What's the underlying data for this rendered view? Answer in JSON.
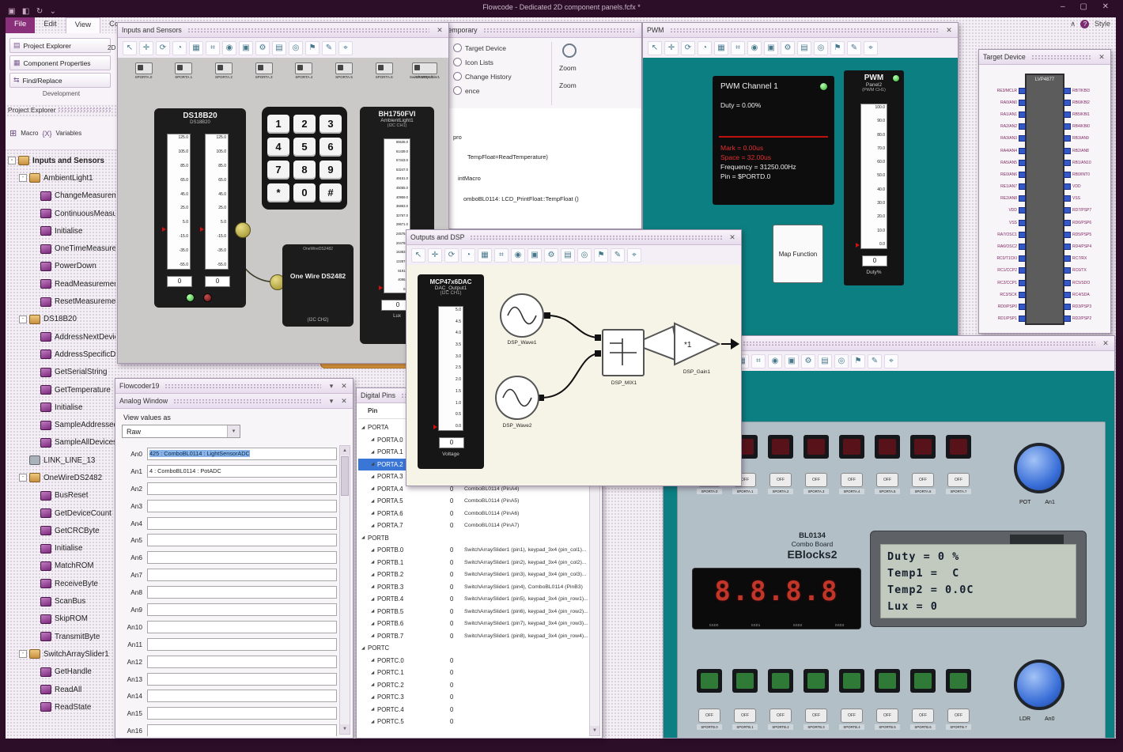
{
  "tool_icons": [
    "↖",
    "✛",
    "⟳",
    "◔",
    "▦",
    "⌗",
    "◉",
    "▣",
    "⚙",
    "▤",
    "◎",
    "⚑",
    "✎",
    "⌖"
  ],
  "titlebar": {
    "title": "Flowcode - Dedicated 2D component panels.fcfx *",
    "quick_icons": [
      "▣",
      "◧",
      "↻",
      "⌄"
    ],
    "minimize": "–",
    "maximize": "▢",
    "close": "✕"
  },
  "help_row": {
    "collapse": "∧",
    "help": "?",
    "style": "Style"
  },
  "ribbon": {
    "tabs": [
      {
        "label": "File",
        "cls": "file"
      },
      {
        "label": "Edit",
        "cls": ""
      },
      {
        "label": "View",
        "cls": "active"
      },
      {
        "label": "Com",
        "cls": ""
      }
    ],
    "buttons": [
      {
        "icon": "▤",
        "label": "Project Explorer"
      },
      {
        "icon": "▦",
        "label": "Component Properties"
      },
      {
        "icon": "⇆",
        "label": "Find/Replace"
      }
    ],
    "group_label": "Development",
    "panel_fragment": "2D"
  },
  "project_explorer": {
    "header": "Project Explorer",
    "tool_grid": "⊞",
    "tool_macro": "Macro",
    "tool_vars_icon": "{X}",
    "tool_vars": "Variables",
    "tree": [
      {
        "label": "Inputs and Sensors",
        "type": "root",
        "level": 0
      },
      {
        "label": "AmbientLight1",
        "type": "folder",
        "level": 1
      },
      {
        "label": "ChangeMeasurement",
        "type": "macro",
        "level": 2
      },
      {
        "label": "ContinuousMeasurement",
        "type": "macro",
        "level": 2
      },
      {
        "label": "Initialise",
        "type": "macro",
        "level": 2
      },
      {
        "label": "OneTimeMeasurement",
        "type": "macro",
        "level": 2
      },
      {
        "label": "PowerDown",
        "type": "macro",
        "level": 2
      },
      {
        "label": "ReadMeasurement",
        "type": "macro",
        "level": 2
      },
      {
        "label": "ResetMeasurement",
        "type": "macro",
        "level": 2
      },
      {
        "label": "DS18B20",
        "type": "folder",
        "level": 1
      },
      {
        "label": "AddressNextDevice",
        "type": "macro",
        "level": 2
      },
      {
        "label": "AddressSpecificDevice",
        "type": "macro",
        "level": 2
      },
      {
        "label": "GetSerialString",
        "type": "macro",
        "level": 2
      },
      {
        "label": "GetTemperature",
        "type": "macro",
        "level": 2
      },
      {
        "label": "Initialise",
        "type": "macro",
        "level": 2
      },
      {
        "label": "SampleAddressedDevice",
        "type": "macro",
        "level": 2
      },
      {
        "label": "SampleAllDevices",
        "type": "macro",
        "level": 2
      },
      {
        "label": "LINK_LINE_13",
        "type": "link",
        "level": 1
      },
      {
        "label": "OneWireDS2482",
        "type": "folder",
        "level": 1
      },
      {
        "label": "BusReset",
        "type": "macro",
        "level": 2
      },
      {
        "label": "GetDeviceCount",
        "type": "macro",
        "level": 2
      },
      {
        "label": "GetCRCByte",
        "type": "macro",
        "level": 2
      },
      {
        "label": "Initialise",
        "type": "macro",
        "level": 2
      },
      {
        "label": "MatchROM",
        "type": "macro",
        "level": 2
      },
      {
        "label": "ReceiveByte",
        "type": "macro",
        "level": 2
      },
      {
        "label": "ScanBus",
        "type": "macro",
        "level": 2
      },
      {
        "label": "SkipROM",
        "type": "macro",
        "level": 2
      },
      {
        "label": "TransmitByte",
        "type": "macro",
        "level": 2
      },
      {
        "label": "SwitchArraySlider1",
        "type": "folder",
        "level": 1
      },
      {
        "label": "GetHandle",
        "type": "macro",
        "level": 2
      },
      {
        "label": "ReadAll",
        "type": "macro",
        "level": 2
      },
      {
        "label": "ReadState",
        "type": "macro",
        "level": 2
      }
    ]
  },
  "temporary_window": {
    "title": "Temporary",
    "items": [
      "Target Device",
      "Icon Lists",
      "Change History",
      "ence"
    ],
    "zoom_1": "Zoom",
    "zoom_2": "Zoom",
    "flow_texts": [
      "pro",
      "TempFloat=ReadTemperature)",
      "intMacro",
      "omboBL0114: LCD_PrintFloat::TempFloat ()"
    ]
  },
  "inputs_window": {
    "title": "Inputs and Sensors",
    "close": "✕",
    "switch_labels": [
      "SPORTA.0",
      "SPORTA.1",
      "SPORTA.2",
      "SPORTA.3",
      "SPORTA.4",
      "SPORTA.5",
      "SPORTA.6",
      "SPORTA.7"
    ],
    "switch_array_label": "SwitchArraySlider1",
    "ds18b20": {
      "title": "DS18B20",
      "subtitle": "DS18B20",
      "ticks": [
        "125.0",
        "105.0",
        "85.0",
        "65.0",
        "45.0",
        "25.0",
        "5.0",
        "-15.0",
        "-35.0",
        "-55.0"
      ],
      "value_1": "0",
      "value_2": "0"
    },
    "keypad_keys": [
      "1",
      "2",
      "3",
      "4",
      "5",
      "6",
      "7",
      "8",
      "9",
      "*",
      "0",
      "#"
    ],
    "bh1750": {
      "title": "BH1750FVI",
      "subtitle": "AmbientLight1",
      "channel": "(I2C CH1)",
      "ticks": [
        "65535.0",
        "61439.0",
        "57343.0",
        "53247.0",
        "49151.0",
        "45055.0",
        "40959.0",
        "36863.0",
        "32767.0",
        "28671.0",
        "24575.0",
        "20479.0",
        "16383.0",
        "12287.0",
        "8191.0",
        "4095.0",
        "0.0"
      ],
      "value": "0",
      "unit": "Lux"
    },
    "onewire": {
      "title": "OneWireDS2482",
      "body": "One Wire DS2482",
      "channel": "(I2C CH2)"
    }
  },
  "pwm_window": {
    "title": "PWM",
    "close": "✕",
    "channel_box": {
      "title": "PWM Channel 1",
      "duty": "Duty = 0.00%",
      "mark": "Mark = 0.00us",
      "space": "Space = 32.00us",
      "frequency": "Frequency = 31250.00Hz",
      "pin": "Pin = $PORTD.0"
    },
    "meter": {
      "title": "PWM",
      "name": "Panel2",
      "channel": "(PWM CH1)",
      "ticks": [
        "100.0",
        "90.0",
        "80.0",
        "70.0",
        "60.0",
        "50.0",
        "40.0",
        "30.0",
        "20.0",
        "10.0",
        "0.0"
      ],
      "value": "0",
      "unit": "Duty%"
    },
    "map_block": "Map Function"
  },
  "target_device": {
    "title": "Target Device",
    "close": "✕",
    "chip_label": "LVP4877",
    "left_pins": [
      "RE3/MCLR",
      "RA0/AN0",
      "RA1/AN1",
      "RA2/AN2",
      "RA3/AN3",
      "RA4/AN4",
      "RA5/AN5",
      "RE0/AN6",
      "RE1/AN7",
      "RE2/AN8",
      "VDD",
      "VSS",
      "RA7/OSC1",
      "RA6/OSC2",
      "RC0/T1CKI",
      "RC1/CCP2",
      "RC2/CCP1",
      "RC3/SCK",
      "RD0/PSP0",
      "RD1/PSP1"
    ],
    "right_pins": [
      "RB7/KBI3",
      "RB6/KBI2",
      "RB5/KBI1",
      "RB4/KBI0",
      "RB3/AN9",
      "RB2/AN8",
      "RB1/AN10",
      "RB0/INT0",
      "VDD",
      "VSS",
      "RD7/PSP7",
      "RD6/PSP6",
      "RD5/PSP5",
      "RD4/PSP4",
      "RC7/RX",
      "RC6/TX",
      "RC5/SDO",
      "RC4/SDA",
      "RD3/PSP3",
      "RD2/PSP2"
    ]
  },
  "outputs_window": {
    "title": "Outputs and DSP",
    "close": "✕",
    "dac": {
      "title": "MCP47x6DAC",
      "name": "DAC_Output1",
      "channel": "(I2C CH1)",
      "ticks": [
        "5.0",
        "4.5",
        "4.0",
        "3.5",
        "3.0",
        "2.5",
        "2.0",
        "1.5",
        "1.0",
        "0.5",
        "0.0"
      ],
      "value": "0",
      "unit": "Voltage"
    },
    "wave1_label": "DSP_Wave1",
    "wave2_label": "DSP_Wave2",
    "mix_label": "DSP_MIX1",
    "gain_label": "DSP_Gain1",
    "gain_text": "*1"
  },
  "analog_window": {
    "outer_title": "Flowcoder19",
    "title": "Analog Window",
    "collapse": "▾",
    "close": "✕",
    "view_values_label": "View values as",
    "dropdown_value": "Raw",
    "rows": [
      {
        "label": "An0",
        "value": "425 : ComboBL0114 : LightSensorADC",
        "cls": "hl"
      },
      {
        "label": "An1",
        "value": "4 : ComboBL0114 : PotADC",
        "cls": ""
      },
      {
        "label": "An2",
        "value": "",
        "cls": ""
      },
      {
        "label": "An3",
        "value": "",
        "cls": ""
      },
      {
        "label": "An4",
        "value": "",
        "cls": ""
      },
      {
        "label": "An5",
        "value": "",
        "cls": ""
      },
      {
        "label": "An6",
        "value": "",
        "cls": ""
      },
      {
        "label": "An7",
        "value": "",
        "cls": ""
      },
      {
        "label": "An8",
        "value": "",
        "cls": ""
      },
      {
        "label": "An9",
        "value": "",
        "cls": ""
      },
      {
        "label": "An10",
        "value": "",
        "cls": ""
      },
      {
        "label": "An11",
        "value": "",
        "cls": ""
      },
      {
        "label": "An12",
        "value": "",
        "cls": ""
      },
      {
        "label": "An13",
        "value": "",
        "cls": ""
      },
      {
        "label": "An14",
        "value": "",
        "cls": ""
      },
      {
        "label": "An15",
        "value": "",
        "cls": ""
      },
      {
        "label": "An16",
        "value": "",
        "cls": ""
      }
    ]
  },
  "digital_window": {
    "title": "Digital Pins",
    "collapse": "▾",
    "close": "✕",
    "column_header": "Pin",
    "rows": [
      {
        "label": "PORTA",
        "cls": "group",
        "value": "",
        "desc": ""
      },
      {
        "label": "PORTA.0",
        "cls": "pin",
        "value": "",
        "desc": ""
      },
      {
        "label": "PORTA.1",
        "cls": "pin",
        "value": "",
        "desc": ""
      },
      {
        "label": "PORTA.2",
        "cls": "pin sel",
        "value": "",
        "desc": ""
      },
      {
        "label": "PORTA.3",
        "cls": "pin",
        "value": "",
        "desc": ""
      },
      {
        "label": "PORTA.4",
        "cls": "pin",
        "value": "0",
        "desc": "ComboBL0114 (PinA4)"
      },
      {
        "label": "PORTA.5",
        "cls": "pin",
        "value": "0",
        "desc": "ComboBL0114 (PinA5)"
      },
      {
        "label": "PORTA.6",
        "cls": "pin",
        "value": "0",
        "desc": "ComboBL0114 (PinA6)"
      },
      {
        "label": "PORTA.7",
        "cls": "pin",
        "value": "0",
        "desc": "ComboBL0114 (PinA7)"
      },
      {
        "label": "PORTB",
        "cls": "group",
        "value": "",
        "desc": ""
      },
      {
        "label": "PORTB.0",
        "cls": "pin",
        "value": "0",
        "desc": "SwitchArraySlider1 (pin1), keypad_3x4 (pin_col1)..."
      },
      {
        "label": "PORTB.1",
        "cls": "pin",
        "value": "0",
        "desc": "SwitchArraySlider1 (pin2), keypad_3x4 (pin_col2)..."
      },
      {
        "label": "PORTB.2",
        "cls": "pin",
        "value": "0",
        "desc": "SwitchArraySlider1 (pin3), keypad_3x4 (pin_col3)..."
      },
      {
        "label": "PORTB.3",
        "cls": "pin",
        "value": "0",
        "desc": "SwitchArraySlider1 (pin4), ComboBL0114 (PinB3)"
      },
      {
        "label": "PORTB.4",
        "cls": "pin",
        "value": "0",
        "desc": "SwitchArraySlider1 (pin5), keypad_3x4 (pin_row1)..."
      },
      {
        "label": "PORTB.5",
        "cls": "pin",
        "value": "0",
        "desc": "SwitchArraySlider1 (pin6), keypad_3x4 (pin_row2)..."
      },
      {
        "label": "PORTB.6",
        "cls": "pin",
        "value": "0",
        "desc": "SwitchArraySlider1 (pin7), keypad_3x4 (pin_row3)..."
      },
      {
        "label": "PORTB.7",
        "cls": "pin",
        "value": "0",
        "desc": "SwitchArraySlider1 (pin8), keypad_3x4 (pin_row4)..."
      },
      {
        "label": "PORTC",
        "cls": "group",
        "value": "",
        "desc": ""
      },
      {
        "label": "PORTC.0",
        "cls": "pin",
        "value": "0",
        "desc": ""
      },
      {
        "label": "PORTC.1",
        "cls": "pin",
        "value": "0",
        "desc": ""
      },
      {
        "label": "PORTC.2",
        "cls": "pin",
        "value": "0",
        "desc": ""
      },
      {
        "label": "PORTC.3",
        "cls": "pin",
        "value": "0",
        "desc": ""
      },
      {
        "label": "PORTC.4",
        "cls": "pin",
        "value": "0",
        "desc": ""
      },
      {
        "label": "PORTC.5",
        "cls": "pin",
        "value": "0",
        "desc": ""
      }
    ]
  },
  "eblocks_window": {
    "title": "",
    "close": "✕",
    "button_state": "OFF",
    "board": {
      "name_line1": "BL0134",
      "name_line2": "Combo Board",
      "name_line3": "EBlocks2",
      "top_buttons": [
        "SPORTA.0",
        "SPORTA.1",
        "SPORTA.2",
        "SPORTA.3",
        "SPORTA.4",
        "SPORTA.5",
        "SPORTA.6",
        "SPORTA.7"
      ],
      "bottom_buttons": [
        "SPORTB.0",
        "SPORTB.1",
        "SPORTB.2",
        "SPORTB.3",
        "SPORTB.4",
        "SPORTB.5",
        "SPORTB.6",
        "SPORTB.7"
      ],
      "ssd_digits": "8.8.8.8",
      "ssd_labels": [
        "SSD0",
        "SSD1",
        "SSD2",
        "SSD3"
      ],
      "lcd_lines": [
        "Duty = 0 %",
        "Temp1 =  C",
        "Temp2 = 0.0C",
        "Lux = 0"
      ],
      "pot_label": "POT",
      "pot_channel": "An1",
      "ldr_label": "LDR",
      "ldr_channel": "An0"
    }
  }
}
